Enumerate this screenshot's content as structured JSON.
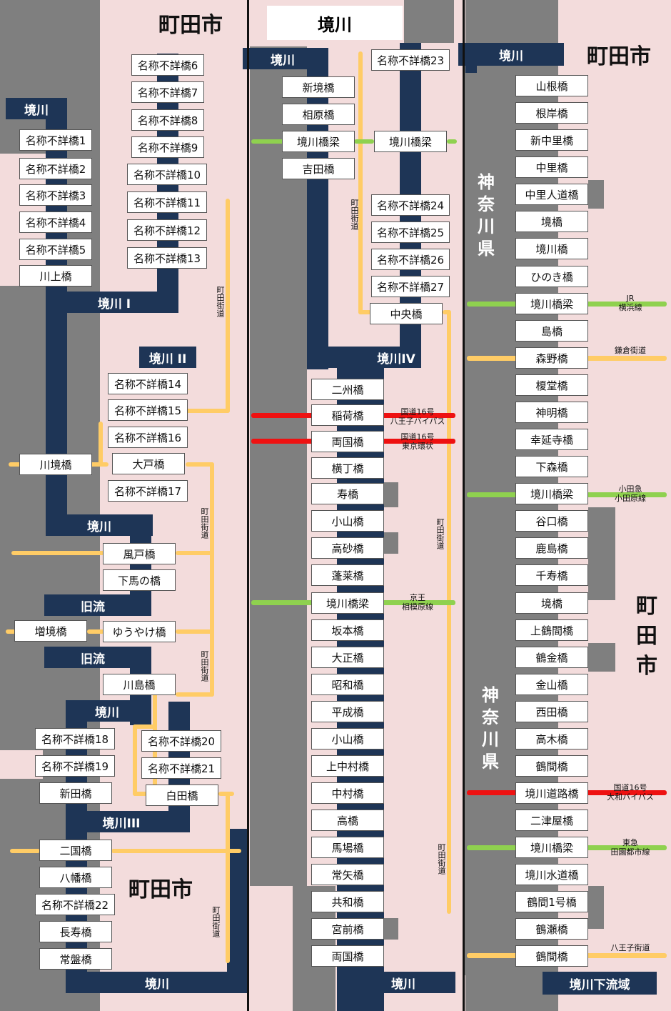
{
  "header": {
    "title": "境川"
  },
  "cities": {
    "left_top": "町田市",
    "left_bottom": "町田市",
    "right_top": "町田市",
    "right_mid": "町田市"
  },
  "prefectures": {
    "upper": "神奈川県",
    "lower": "神奈川県"
  },
  "river_labels": {
    "p1_top": "境川",
    "p1_i": "境川 I",
    "p1_ii": "境川 II",
    "p1_mid": "境川",
    "p1_old1": "旧流",
    "p1_old2": "旧流",
    "p1_low": "境川",
    "p1_iii": "境川III",
    "p1_bottom": "境川",
    "p2_top": "境川",
    "p2_iv": "境川IV",
    "p2_bottom": "境川",
    "p3_top": "境川",
    "p3_bottom": "境川下流域"
  },
  "road_labels": {
    "machida_1": "町田街道",
    "machida_2": "町田街道",
    "machida_3": "町田街道",
    "machida_4": "町田街道",
    "machida_5": "町田街道",
    "machida_6": "町田街道",
    "machida_7": "町田街道"
  },
  "annotations": {
    "route16_hachioji": "国道16号\n八王子バイパス",
    "route16_tokyo": "国道16号\n東京環状",
    "keio": "京王\n相模原線",
    "jr": "JR\n横浜線",
    "kamakura": "鎌倉街道",
    "odakyu": "小田急\n小田原線",
    "route16_yamato": "国道16号\n大和バイパス",
    "tokyu": "東急\n田園都市線",
    "hachioji": "八王子街道"
  },
  "panel1": {
    "left_col": [
      "名称不詳橋1",
      "名称不詳橋2",
      "名称不詳橋3",
      "名称不詳橋4",
      "名称不詳橋5",
      "川上橋"
    ],
    "right_col": [
      "名称不詳橋6",
      "名称不詳橋7",
      "名称不詳橋8",
      "名称不詳橋9",
      "名称不詳橋10",
      "名称不詳橋11",
      "名称不詳橋12",
      "名称不詳橋13"
    ],
    "ii_col": [
      "名称不詳橋14",
      "名称不詳橋15",
      "名称不詳橋16",
      "大戸橋",
      "名称不詳橋17"
    ],
    "kawasakai": "川境橋",
    "mid": [
      "風戸橋",
      "下馬の橋"
    ],
    "old": [
      "増境橋",
      "ゆうやけ橋"
    ],
    "kawashima": "川島橋",
    "low_left": [
      "名称不詳橋18",
      "名称不詳橋19",
      "新田橋"
    ],
    "low_right": [
      "名称不詳橋20",
      "名称不詳橋21",
      "白田橋"
    ],
    "bottom": [
      "二国橋",
      "八幡橋",
      "名称不詳橋22",
      "長寿橋",
      "常盤橋"
    ]
  },
  "panel2": {
    "left_top": [
      "新境橋",
      "相原橋",
      "境川橋梁",
      "吉田橋"
    ],
    "right_top": [
      "名称不詳橋23",
      "境川橋梁",
      "名称不詳橋24",
      "名称不詳橋25",
      "名称不詳橋26",
      "名称不詳橋27",
      "中央橋"
    ],
    "main": [
      "二州橋",
      "稲荷橋",
      "両国橋",
      "横丁橋",
      "寿橋",
      "小山橋",
      "高砂橋",
      "蓬莱橋",
      "境川橋梁",
      "坂本橋",
      "大正橋",
      "昭和橋",
      "平成橋",
      "小山橋",
      "上中村橋",
      "中村橋",
      "高橋",
      "馬場橋",
      "常矢橋",
      "共和橋",
      "宮前橋",
      "両国橋"
    ]
  },
  "panel3": {
    "main": [
      "山根橋",
      "根岸橋",
      "新中里橋",
      "中里橋",
      "中里人道橋",
      "境橋",
      "境川橋",
      "ひのき橋",
      "境川橋梁",
      "島橋",
      "森野橋",
      "榎堂橋",
      "神明橋",
      "幸延寺橋",
      "下森橋",
      "境川橋梁",
      "谷口橋",
      "鹿島橋",
      "千寿橋",
      "境橋",
      "上鶴間橋",
      "鶴金橋",
      "金山橋",
      "西田橋",
      "高木橋",
      "鶴間橋",
      "境川道路橋",
      "二津屋橋",
      "境川橋梁",
      "境川水道橋",
      "鶴間1号橋",
      "鶴瀬橋",
      "鶴間橋"
    ]
  },
  "colors": {
    "river": "#1e3556",
    "land_gray": "#7f7f7f",
    "land_pink": "#f3dcdc",
    "road": "#ffcc66",
    "rail": "#8fd14f",
    "national_road": "#ee1111"
  }
}
